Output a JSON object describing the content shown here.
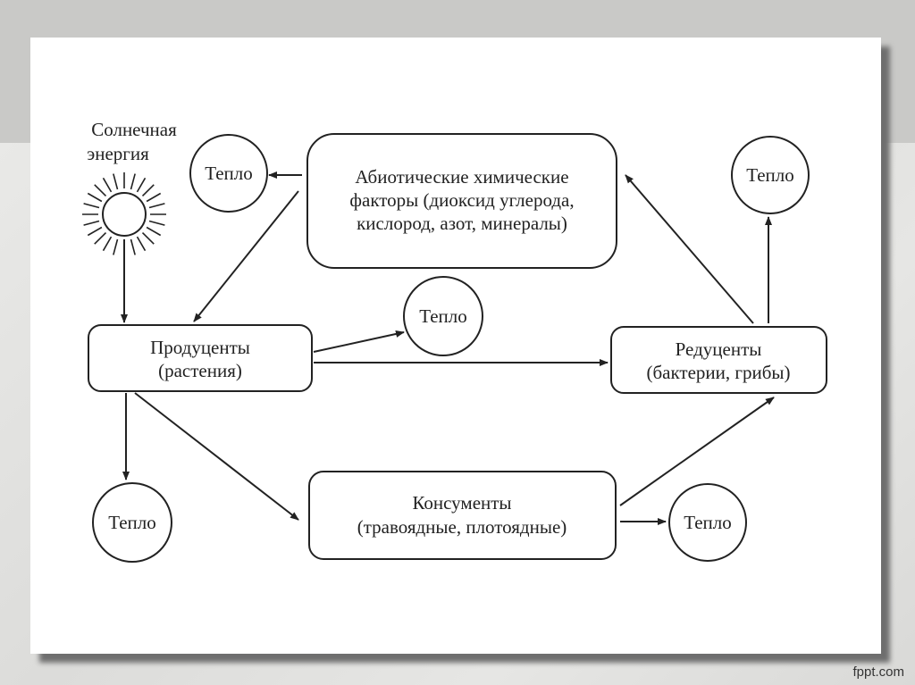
{
  "diagram": {
    "sun_label_line1": "Солнечная",
    "sun_label_line2": "энергия",
    "abiotic": {
      "line1": "Абиотические химические",
      "line2": "факторы (диоксид углерода,",
      "line3": "кислород, азот, минералы)"
    },
    "producers": {
      "line1": "Продуценты",
      "line2": "(растения)"
    },
    "reducers": {
      "line1": "Редуценты",
      "line2": "(бактерии, грибы)"
    },
    "consumers": {
      "line1": "Консументы",
      "line2": "(травоядные, плотоядные)"
    },
    "heat_labels": [
      "Тепло",
      "Тепло",
      "Тепло",
      "Тепло",
      "Тепло"
    ]
  },
  "watermark": "fppt.com"
}
